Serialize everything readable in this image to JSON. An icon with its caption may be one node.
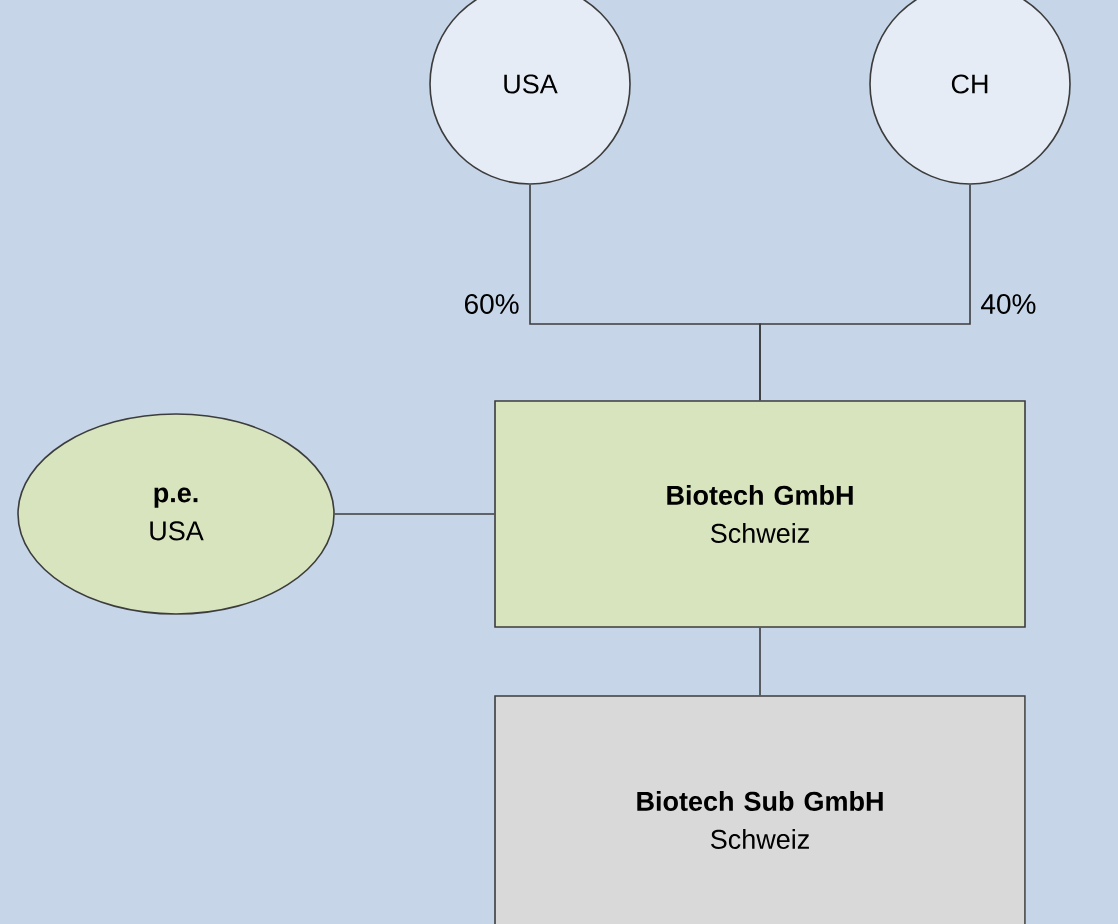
{
  "diagram": {
    "nodes": [
      {
        "text": [
          "USA"
        ]
      },
      {
        "text": [
          "CH"
        ]
      },
      {
        "text": [
          "Biotech GmbH",
          "Schweiz"
        ]
      },
      {
        "text": [
          "p.e.",
          "USA"
        ]
      },
      {
        "text": [
          "Biotech Sub GmbH",
          "Schweiz"
        ]
      }
    ],
    "edges": [
      {
        "from": 0,
        "to": 2,
        "arrow": "none",
        "label": "60%"
      },
      {
        "from": 1,
        "to": 2,
        "arrow": "none",
        "label": "40%"
      },
      {
        "from": 3,
        "to": 2,
        "arrow": "none"
      },
      {
        "from": 2,
        "to": 4,
        "arrow": "none"
      }
    ]
  }
}
